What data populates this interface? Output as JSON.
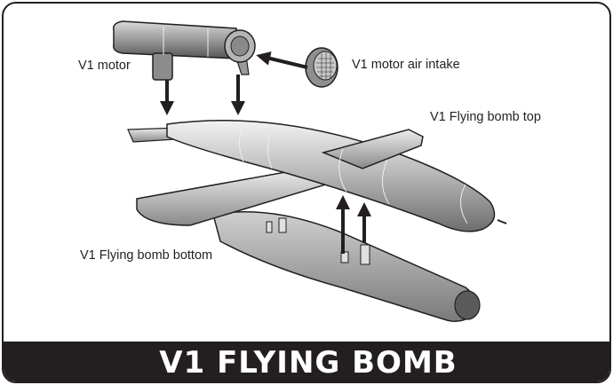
{
  "title": "V1 FLYING BOMB",
  "labels": {
    "motor": "V1 motor",
    "intake": "V1 motor air intake",
    "top": "V1 Flying bomb top",
    "bottom": "V1 Flying bomb bottom"
  },
  "colors": {
    "title_bar": "#231f20",
    "title_text": "#ffffff",
    "part_fill": "#bdbdbd",
    "part_outline": "#231f20",
    "arrow": "#231f20"
  }
}
